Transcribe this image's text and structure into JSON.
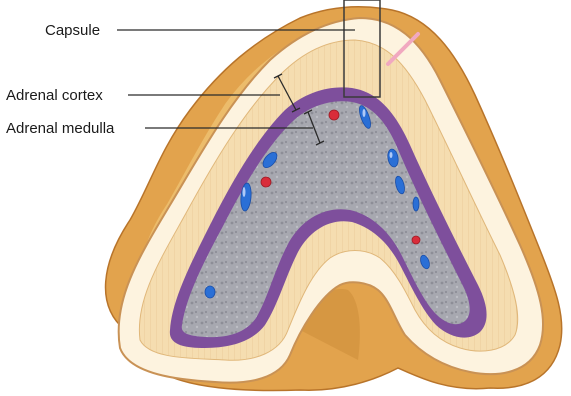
{
  "labels": {
    "capsule": "Capsule",
    "adrenal_cortex": "Adrenal cortex",
    "adrenal_medulla": "Adrenal medulla"
  },
  "colors": {
    "outer_fat": "#e3a84f",
    "capsule": "#fdf3df",
    "cortex": "#f3d9a6",
    "medulla": "#a6a6ad",
    "border": "#7d4f9b",
    "vessel_vein": "#2a6fd6",
    "vessel_artery": "#d92c3a",
    "leader_line": "#2b2b2b"
  }
}
